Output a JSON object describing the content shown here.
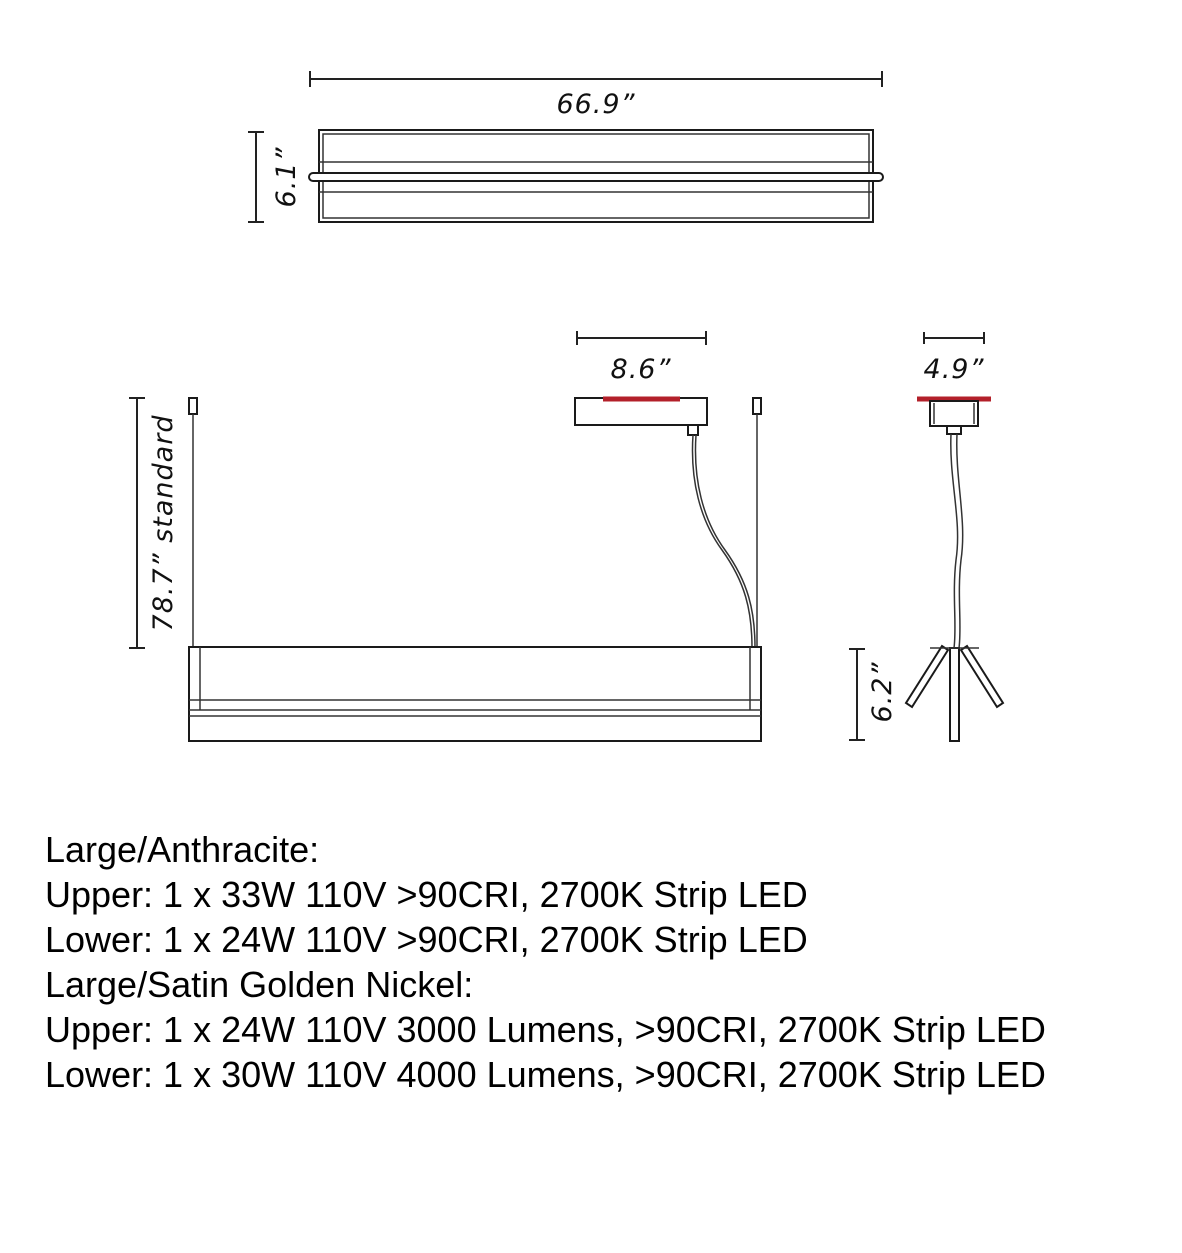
{
  "dimensions": {
    "overall_length": "66.9”",
    "overall_height": "6.1”",
    "canopy_length": "8.6”",
    "canopy_width": "4.9”",
    "suspension_length": "78.7” standard",
    "fixture_height": "6.2”"
  },
  "colors": {
    "line": "#222222",
    "canopy_accent": "#b3202a"
  },
  "specs": [
    "Large/Anthracite:",
    "Upper: 1 x 33W 110V >90CRI, 2700K Strip LED",
    "Lower: 1 x 24W 110V >90CRI, 2700K Strip LED",
    "Large/Satin Golden Nickel:",
    "Upper: 1 x 24W 110V 3000 Lumens, >90CRI, 2700K Strip LED",
    "Lower: 1 x 30W 110V 4000 Lumens, >90CRI, 2700K Strip LED"
  ]
}
